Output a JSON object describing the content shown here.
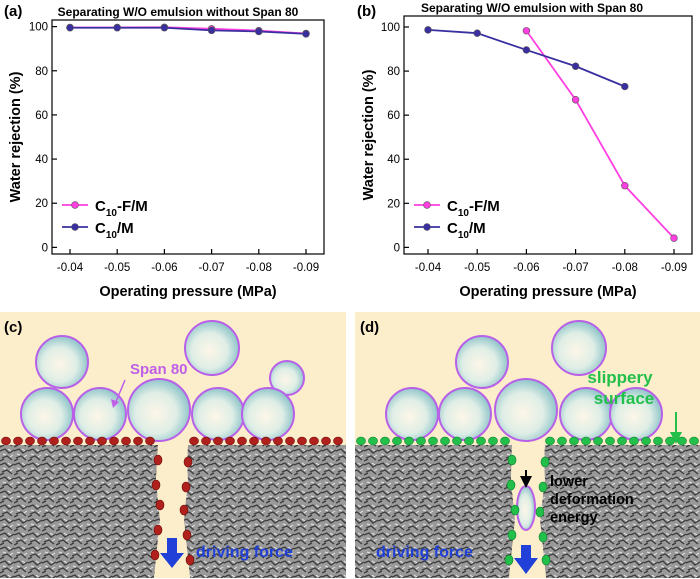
{
  "panels": {
    "a": {
      "label": "(a)",
      "title": "Separating W/O emulsion without Span 80"
    },
    "b": {
      "label": "(b)",
      "title": "Separating W/O emulsion with Span 80"
    },
    "c": {
      "label": "(c)",
      "span_label": "Span 80",
      "force_label": "driving force"
    },
    "d": {
      "label": "(d)",
      "slippery_line1": "slippery",
      "slippery_line2": "surface",
      "deform_line1": "lower",
      "deform_line2": "deformation",
      "deform_line3": "energy",
      "force_label": "driving force"
    }
  },
  "colors": {
    "C10F": "#ff3fe0",
    "C10": "#3a2fa0",
    "background_panel": "#fdeecb",
    "droplet_stroke": "#c060e8",
    "span80_head": "#b0201c",
    "slippery": "#22c04a",
    "arrow_blue": "#2040d8"
  },
  "chart_data": [
    {
      "type": "line",
      "panel": "a",
      "title": "Separating W/O emulsion without Span 80",
      "xlabel": "Operating pressure (MPa)",
      "ylabel": "Water rejection (%)",
      "categories": [
        "-0.04",
        "-0.05",
        "-0.06",
        "-0.07",
        "-0.08",
        "-0.09"
      ],
      "ylim": [
        0,
        100
      ],
      "yticks": [
        "0",
        "20",
        "40",
        "60",
        "80",
        "100"
      ],
      "legend_position": "bottom-left",
      "series": [
        {
          "name_main": "C",
          "name_sub": "10",
          "name_tail": "-F/M",
          "color": "#ff3fe0",
          "values": [
            99.6,
            99.6,
            99.7,
            99.0,
            98.2,
            96.9
          ]
        },
        {
          "name_main": "C",
          "name_sub": "10",
          "name_tail": "/M",
          "color": "#3a2fa0",
          "values": [
            99.5,
            99.5,
            99.5,
            98.3,
            97.8,
            96.7
          ]
        }
      ]
    },
    {
      "type": "line",
      "panel": "b",
      "title": "Separating W/O emulsion with Span 80",
      "xlabel": "Operating pressure (MPa)",
      "ylabel": "Water rejection (%)",
      "categories": [
        "-0.04",
        "-0.05",
        "-0.06",
        "-0.07",
        "-0.08",
        "-0.09"
      ],
      "ylim": [
        0,
        100
      ],
      "yticks": [
        "0",
        "20",
        "40",
        "60",
        "80",
        "100"
      ],
      "legend_position": "bottom-left",
      "series": [
        {
          "name_main": "C",
          "name_sub": "10",
          "name_tail": "-F/M",
          "color": "#ff3fe0",
          "values": [
            null,
            null,
            98.3,
            67.0,
            28.0,
            4.2
          ]
        },
        {
          "name_main": "C",
          "name_sub": "10",
          "name_tail": "/M",
          "color": "#3a2fa0",
          "values": [
            98.7,
            97.2,
            89.6,
            82.2,
            73.0,
            null
          ]
        }
      ]
    }
  ]
}
